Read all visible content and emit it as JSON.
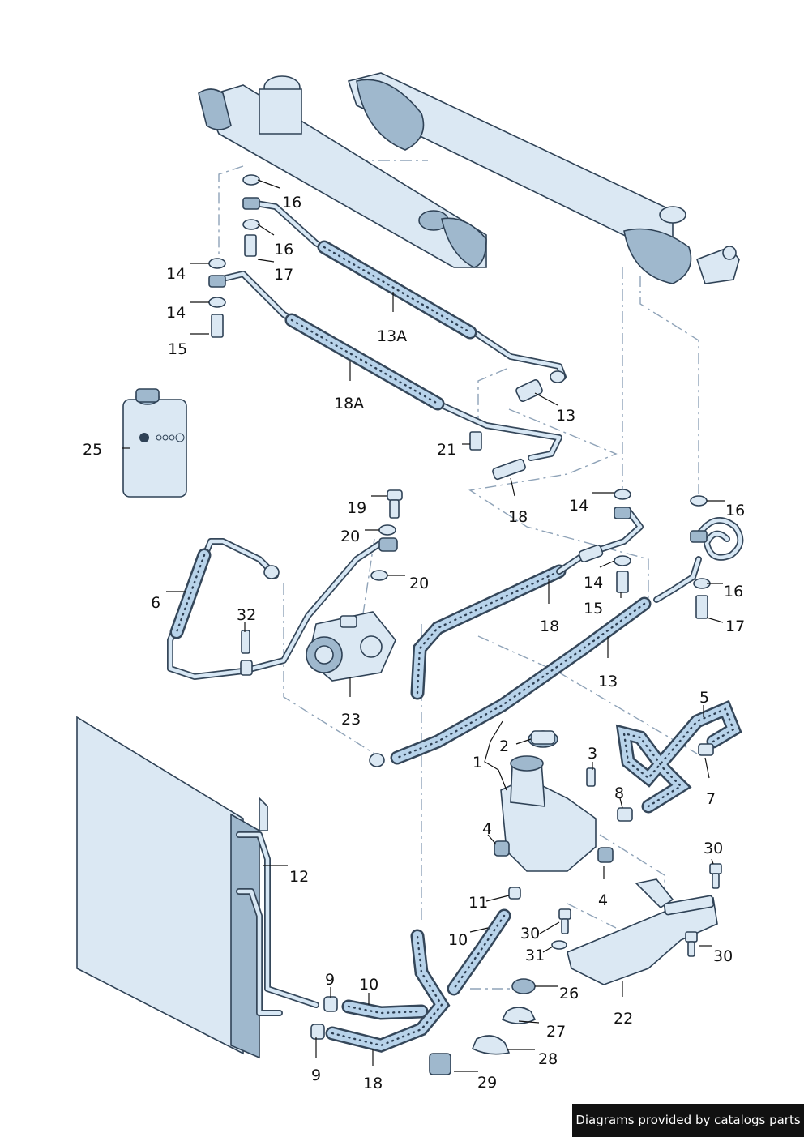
{
  "footer": {
    "text": "Diagrams provided by catalogs parts",
    "background": "#111111"
  },
  "colors": {
    "part_fill": "#dbe8f3",
    "outline": "#2f4256",
    "dash_line": "#8fa3b8"
  },
  "callouts": {
    "c16a": "16",
    "c16b": "16",
    "c17a": "17",
    "c14a": "14",
    "c14b": "14",
    "c15a": "15",
    "c13a": "13A",
    "c18a": "18A",
    "c13b": "13",
    "c25": "25",
    "c21": "21",
    "c18b": "18",
    "c19": "19",
    "c20a": "20",
    "c20b": "20",
    "c14c": "14",
    "c14d": "14",
    "c15b": "15",
    "c16c": "16",
    "c16d": "16",
    "c17b": "17",
    "c6": "6",
    "c32": "32",
    "c18c": "18",
    "c23": "23",
    "c13c": "13",
    "c5": "5",
    "c7": "7",
    "c2": "2",
    "c1": "1",
    "c3": "3",
    "c8": "8",
    "c12": "12",
    "c4a": "4",
    "c4b": "4",
    "c30a": "30",
    "c11": "11",
    "c10a": "10",
    "c30b": "30",
    "c31": "31",
    "c30c": "30",
    "c9a": "9",
    "c10b": "10",
    "c26": "26",
    "c22": "22",
    "c27": "27",
    "c9b": "9",
    "c18d": "18",
    "c28": "28",
    "c29": "29"
  }
}
